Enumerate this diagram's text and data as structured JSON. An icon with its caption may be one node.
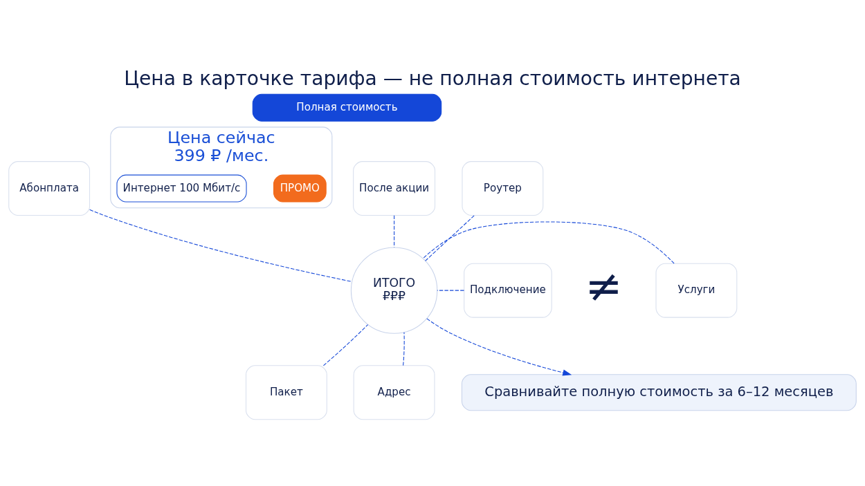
{
  "diagram": {
    "title": "Цена в карточке тарифа — не полная стоимость интернета",
    "nodes": [
      {
        "text": [
          "Цена сейчас",
          "399 ₽ /мес."
        ]
      },
      {
        "text": [
          "ПРОМО"
        ],
        "in": 0
      },
      {
        "text": [
          "Интернет 100 Мбит/с"
        ],
        "in": 0
      },
      {
        "text": [
          "Полная стоимость"
        ]
      },
      {
        "text": [
          "Абонплата"
        ]
      },
      {
        "text": [
          "После акции"
        ]
      },
      {
        "text": [
          "Роутер"
        ]
      },
      {
        "text": [
          "Подключение"
        ]
      },
      {
        "text": [
          "ИТОГО",
          "₽₽₽"
        ]
      },
      {
        "text": [
          "Услуги"
        ]
      },
      {
        "text": [
          "Пакет"
        ]
      },
      {
        "text": [
          "Адрес"
        ]
      },
      {
        "text": [
          "Сравнивайте полную стоимость за 6–12 месяцев"
        ]
      }
    ],
    "edges": [
      {
        "from": 4,
        "to": 8,
        "arrow": "none",
        "style": "dashed"
      },
      {
        "from": 5,
        "to": 8,
        "arrow": "none",
        "style": "dashed"
      },
      {
        "from": 6,
        "to": 8,
        "arrow": "none",
        "style": "dashed"
      },
      {
        "from": 7,
        "to": 8,
        "arrow": "none",
        "style": "dashed"
      },
      {
        "from": 9,
        "to": 8,
        "arrow": "none",
        "style": "dashed"
      },
      {
        "from": 10,
        "to": 8,
        "arrow": "none",
        "style": "dashed"
      },
      {
        "from": 11,
        "to": 8,
        "arrow": "none",
        "style": "dashed"
      },
      {
        "from": 8,
        "to": 12,
        "arrow": "to",
        "style": "dashed"
      }
    ],
    "labels": [
      "≠"
    ]
  }
}
